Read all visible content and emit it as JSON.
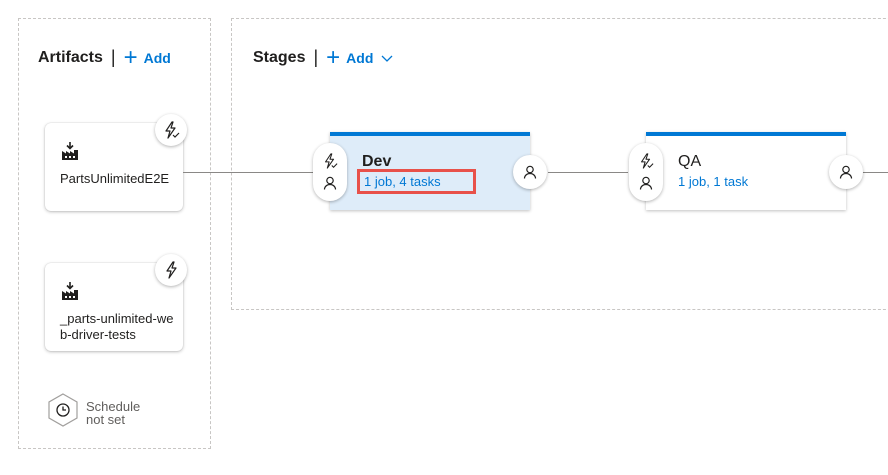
{
  "artifacts": {
    "title": "Artifacts",
    "add_label": "Add",
    "items": [
      {
        "name": "PartsUnlimitedE2E",
        "icon": "build-artifact-icon"
      },
      {
        "name": "_parts-unlimited-web-driver-tests",
        "icon": "build-artifact-icon"
      }
    ],
    "schedule": {
      "line1": "Schedule",
      "line2": "not set"
    }
  },
  "stages": {
    "title": "Stages",
    "add_label": "Add",
    "items": [
      {
        "name": "Dev",
        "summary": "1 job, 4 tasks",
        "selected": true
      },
      {
        "name": "QA",
        "summary": "1 job, 1 task",
        "selected": false
      }
    ]
  },
  "colors": {
    "accent": "#0078d4",
    "selected_stage_bg": "#deecf9",
    "highlight": "#e8514a"
  }
}
